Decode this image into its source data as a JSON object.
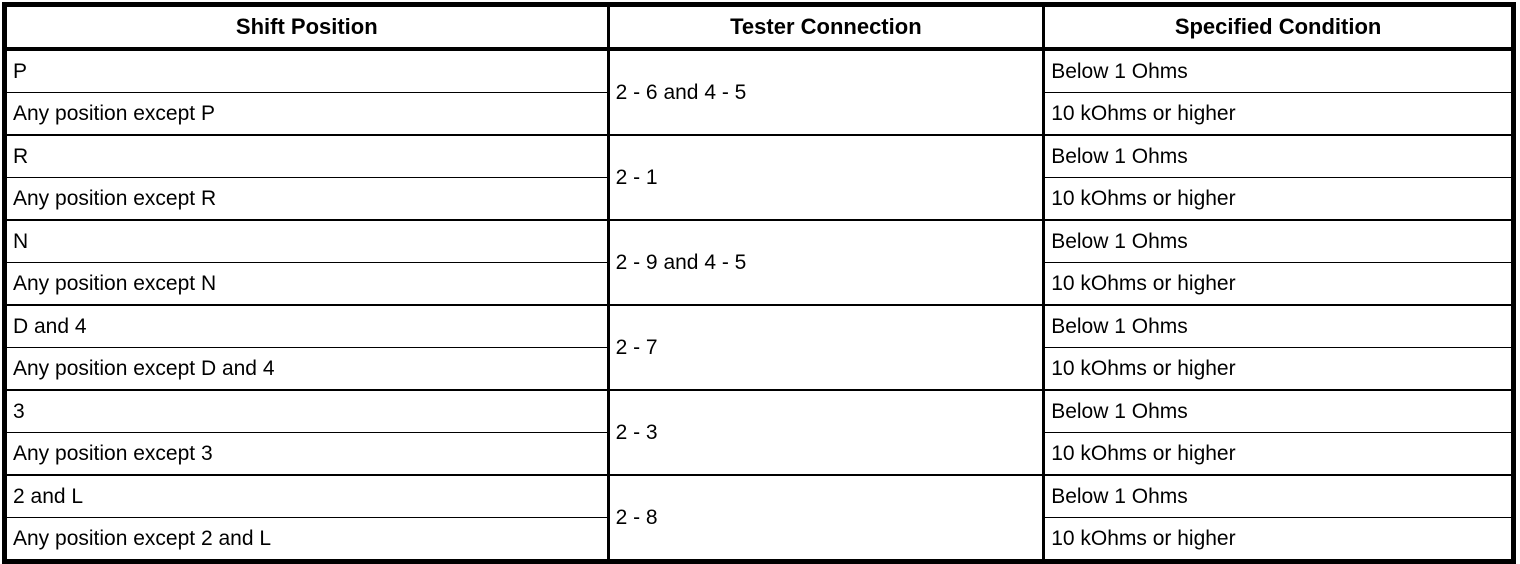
{
  "table": {
    "headers": [
      "Shift Position",
      "Tester Connection",
      "Specified Condition"
    ],
    "groups": [
      {
        "positions": [
          "P",
          "Any position except P"
        ],
        "tester_connection": "2 - 6 and 4 - 5",
        "conditions": [
          "Below 1 Ohms",
          "10 kOhms or higher"
        ]
      },
      {
        "positions": [
          "R",
          "Any position except R"
        ],
        "tester_connection": "2 - 1",
        "conditions": [
          "Below 1 Ohms",
          "10 kOhms or higher"
        ]
      },
      {
        "positions": [
          "N",
          "Any position except N"
        ],
        "tester_connection": "2 - 9 and 4 - 5",
        "conditions": [
          "Below 1 Ohms",
          "10 kOhms or higher"
        ]
      },
      {
        "positions": [
          "D and 4",
          "Any position except D and 4"
        ],
        "tester_connection": "2 - 7",
        "conditions": [
          "Below 1 Ohms",
          "10 kOhms or higher"
        ]
      },
      {
        "positions": [
          "3",
          "Any position except 3"
        ],
        "tester_connection": "2 - 3",
        "conditions": [
          "Below 1 Ohms",
          "10 kOhms or higher"
        ]
      },
      {
        "positions": [
          "2 and L",
          "Any position except 2 and L"
        ],
        "tester_connection": "2 - 8",
        "conditions": [
          "Below 1 Ohms",
          "10 kOhms or higher"
        ]
      }
    ]
  },
  "colors": {
    "border": "#000000",
    "background": "#ffffff",
    "text": "#000000"
  }
}
